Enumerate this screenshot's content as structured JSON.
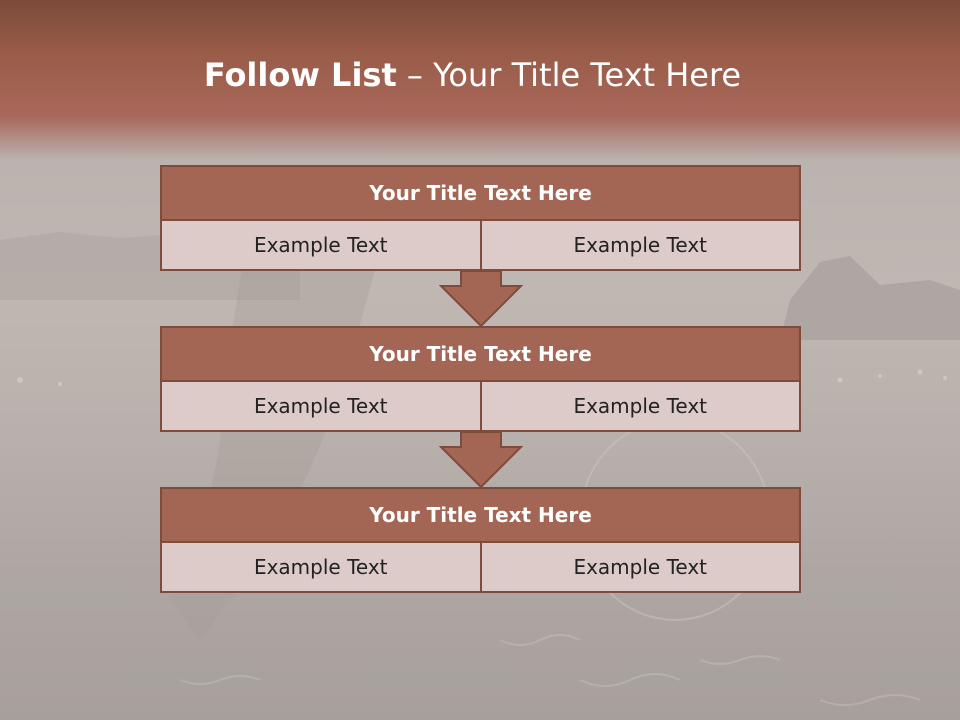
{
  "slide": {
    "title_bold": "Follow List",
    "title_separator": " – ",
    "title_rest": "Your Title Text Here"
  },
  "blocks": [
    {
      "title": "Your Title Text Here",
      "left": "Example Text",
      "right": "Example Text"
    },
    {
      "title": "Your Title Text Here",
      "left": "Example Text",
      "right": "Example Text"
    },
    {
      "title": "Your Title Text Here",
      "left": "Example Text",
      "right": "Example Text"
    }
  ],
  "colors": {
    "header": "#a8675a",
    "box_title": "#a36654",
    "box_cell": "#dccbc8",
    "border": "#7e4b3c",
    "arrow": "#a36654"
  }
}
